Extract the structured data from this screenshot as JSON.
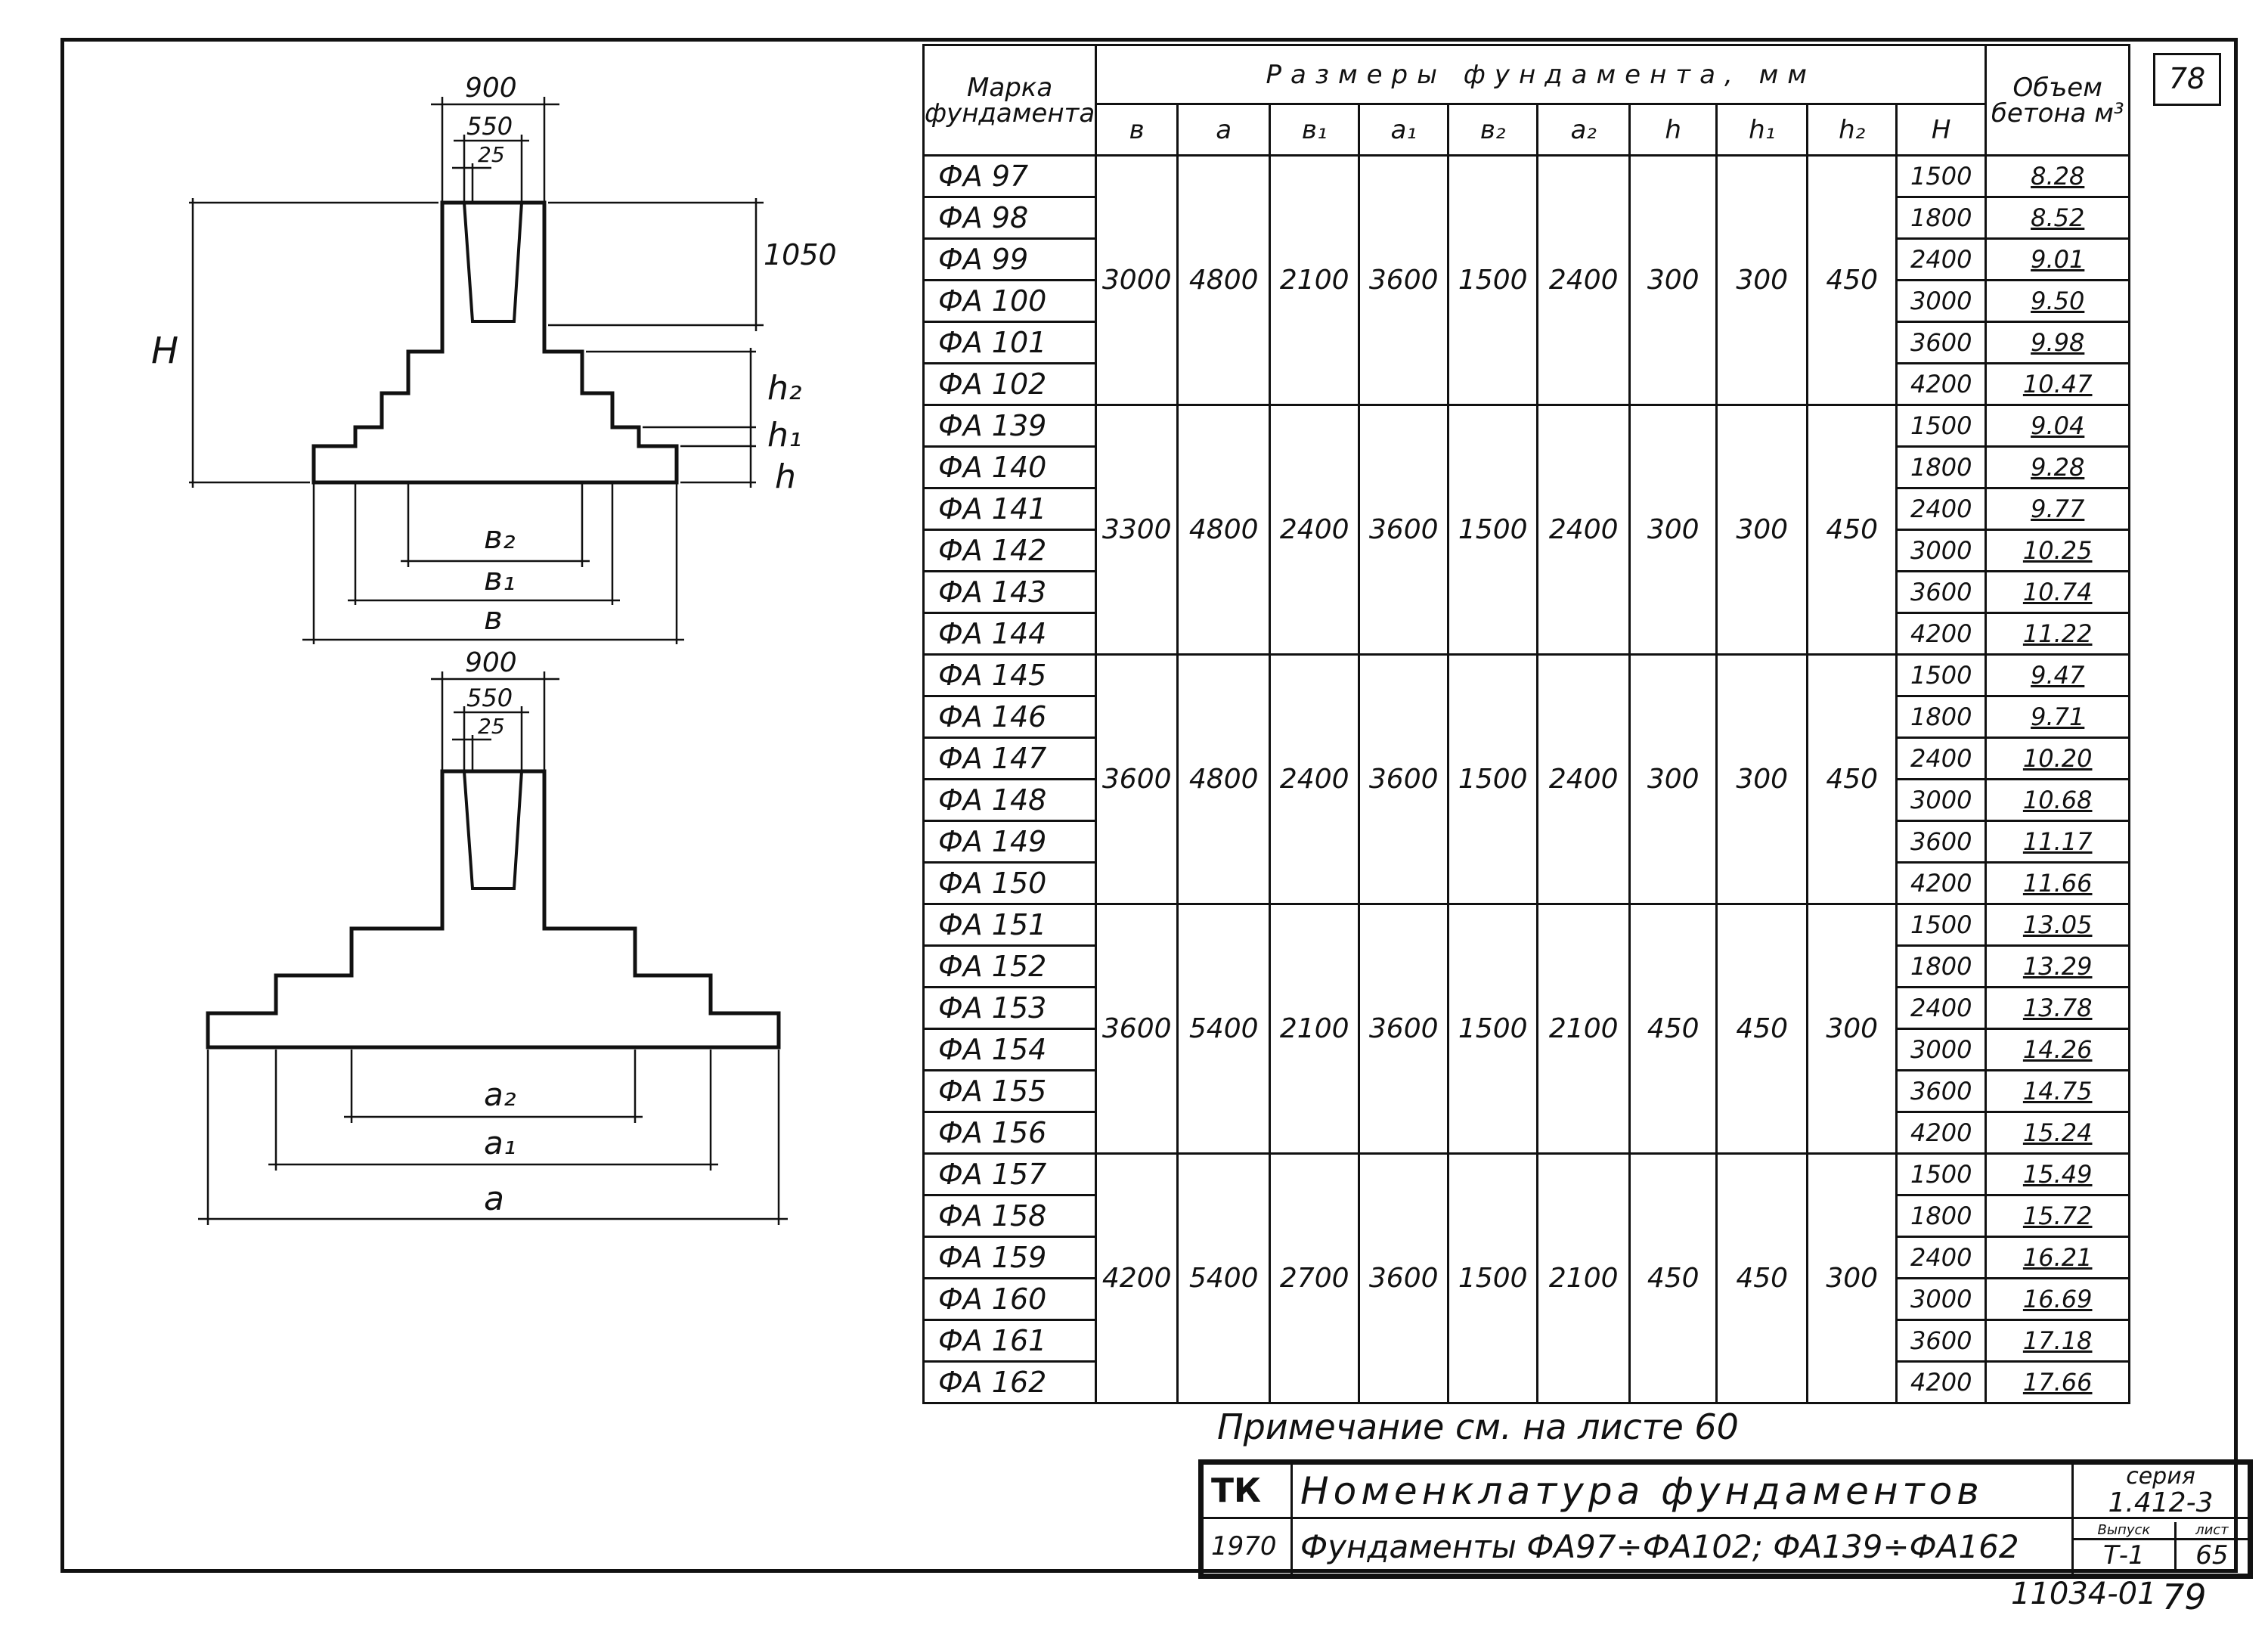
{
  "page_number": "78",
  "table": {
    "header": {
      "mark": "Марка фундамента",
      "sizes": "Размеры фундамента, мм",
      "volume": "Объем бетона м³",
      "columns": [
        "в",
        "а",
        "в₁",
        "а₁",
        "в₂",
        "а₂",
        "h",
        "h₁",
        "h₂",
        "H"
      ]
    },
    "groups": [
      {
        "dims": [
          "3000",
          "4800",
          "2100",
          "3600",
          "1500",
          "2400",
          "300",
          "300",
          "450"
        ],
        "rows": [
          [
            "ФА 97",
            "1500",
            "8.28"
          ],
          [
            "ФА 98",
            "1800",
            "8.52"
          ],
          [
            "ФА 99",
            "2400",
            "9.01"
          ],
          [
            "ФА 100",
            "3000",
            "9.50"
          ],
          [
            "ФА 101",
            "3600",
            "9.98"
          ],
          [
            "ФА 102",
            "4200",
            "10.47"
          ]
        ]
      },
      {
        "dims": [
          "3300",
          "4800",
          "2400",
          "3600",
          "1500",
          "2400",
          "300",
          "300",
          "450"
        ],
        "rows": [
          [
            "ФА 139",
            "1500",
            "9.04"
          ],
          [
            "ФА 140",
            "1800",
            "9.28"
          ],
          [
            "ФА 141",
            "2400",
            "9.77"
          ],
          [
            "ФА 142",
            "3000",
            "10.25"
          ],
          [
            "ФА 143",
            "3600",
            "10.74"
          ],
          [
            "ФА 144",
            "4200",
            "11.22"
          ]
        ]
      },
      {
        "dims": [
          "3600",
          "4800",
          "2400",
          "3600",
          "1500",
          "2400",
          "300",
          "300",
          "450"
        ],
        "rows": [
          [
            "ФА 145",
            "1500",
            "9.47"
          ],
          [
            "ФА 146",
            "1800",
            "9.71"
          ],
          [
            "ФА 147",
            "2400",
            "10.20"
          ],
          [
            "ФА 148",
            "3000",
            "10.68"
          ],
          [
            "ФА 149",
            "3600",
            "11.17"
          ],
          [
            "ФА 150",
            "4200",
            "11.66"
          ]
        ]
      },
      {
        "dims": [
          "3600",
          "5400",
          "2100",
          "3600",
          "1500",
          "2100",
          "450",
          "450",
          "300"
        ],
        "rows": [
          [
            "ФА 151",
            "1500",
            "13.05"
          ],
          [
            "ФА 152",
            "1800",
            "13.29"
          ],
          [
            "ФА 153",
            "2400",
            "13.78"
          ],
          [
            "ФА 154",
            "3000",
            "14.26"
          ],
          [
            "ФА 155",
            "3600",
            "14.75"
          ],
          [
            "ФА 156",
            "4200",
            "15.24"
          ]
        ]
      },
      {
        "dims": [
          "4200",
          "5400",
          "2700",
          "3600",
          "1500",
          "2100",
          "450",
          "450",
          "300"
        ],
        "rows": [
          [
            "ФА 157",
            "1500",
            "15.49"
          ],
          [
            "ФА 158",
            "1800",
            "15.72"
          ],
          [
            "ФА 159",
            "2400",
            "16.21"
          ],
          [
            "ФА 160",
            "3000",
            "16.69"
          ],
          [
            "ФА 161",
            "3600",
            "17.18"
          ],
          [
            "ФА 162",
            "4200",
            "17.66"
          ]
        ]
      }
    ]
  },
  "note": "Примечание см. на листе 60",
  "drawing_top": {
    "dim_900": "900",
    "dim_550": "550",
    "dim_25": "25",
    "dim_1050": "1050",
    "label_H": "H",
    "label_h2": "h₂",
    "label_h1": "h₁",
    "label_h": "h",
    "label_b2": "в₂",
    "label_b1": "в₁",
    "label_b": "в"
  },
  "drawing_bottom": {
    "dim_900": "900",
    "dim_550": "550",
    "dim_25": "25",
    "label_a2": "а₂",
    "label_a1": "а₁",
    "label_a": "а"
  },
  "stamp": {
    "org": "ТК",
    "year": "1970",
    "title1": "Номенклатура фундаментов",
    "title2": "Фундаменты ФА97÷ФА102; ФА139÷ФА162",
    "series_label": "серия",
    "series_value": "1.412-3",
    "issue_label": "Выпуск",
    "issue_value": "Т-1",
    "sheet_label": "лист",
    "sheet_value": "65"
  },
  "footer": {
    "code": "11034-01",
    "number": "79"
  }
}
